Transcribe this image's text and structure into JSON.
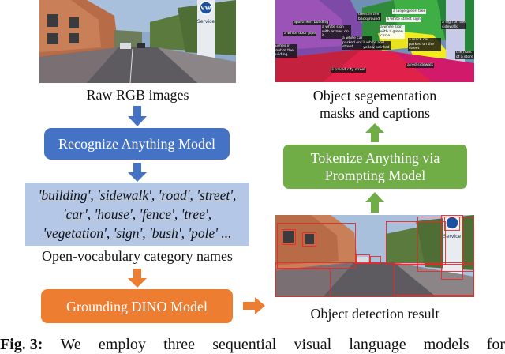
{
  "captions": {
    "raw_rgb": "Raw RGB images",
    "seg_result": "Object segementation masks and captions",
    "category_names": "Open-vocabulary category names",
    "detection": "Object detection result"
  },
  "boxes": {
    "ram": "Recognize Anything Model",
    "dino": "Grounding DINO Model",
    "tap": "Tokenize Anything via Prompting Model"
  },
  "tags": [
    "'building', 'sidewalk', 'road', 'street',",
    "'car', 'house', 'fence', 'tree',",
    "'vegetation', 'sign', 'bush', 'pole' ..."
  ],
  "photo_signs": {
    "service": "Service",
    "vw": "VW"
  },
  "seg_labels": [
    "apartment building",
    "trees in the background",
    "a large green tree",
    "a white sign with a green circle",
    "a white sign with arrows on it",
    "a white street sign",
    "a white door pipe",
    "a sign on the sidewalk",
    "bushes in front of the building",
    "a white car parked on the street",
    "a white and yellow painted",
    "a black car parked on the street",
    "a paved city street",
    "a red sidewalk",
    "the front of a store"
  ],
  "fig_caption": {
    "label": "Fig. 3:",
    "words": [
      "We",
      "employ",
      "three",
      "sequential",
      "visual",
      "language",
      "models",
      "for"
    ]
  },
  "colors": {
    "ram_box": "#4472c4",
    "dino_box": "#ed7d31",
    "tap_box": "#70ad47",
    "tags_bg": "#b4c7e7",
    "arrow_blue": "#4472c4",
    "arrow_orange": "#ed7d31",
    "arrow_green": "#70ad47"
  }
}
